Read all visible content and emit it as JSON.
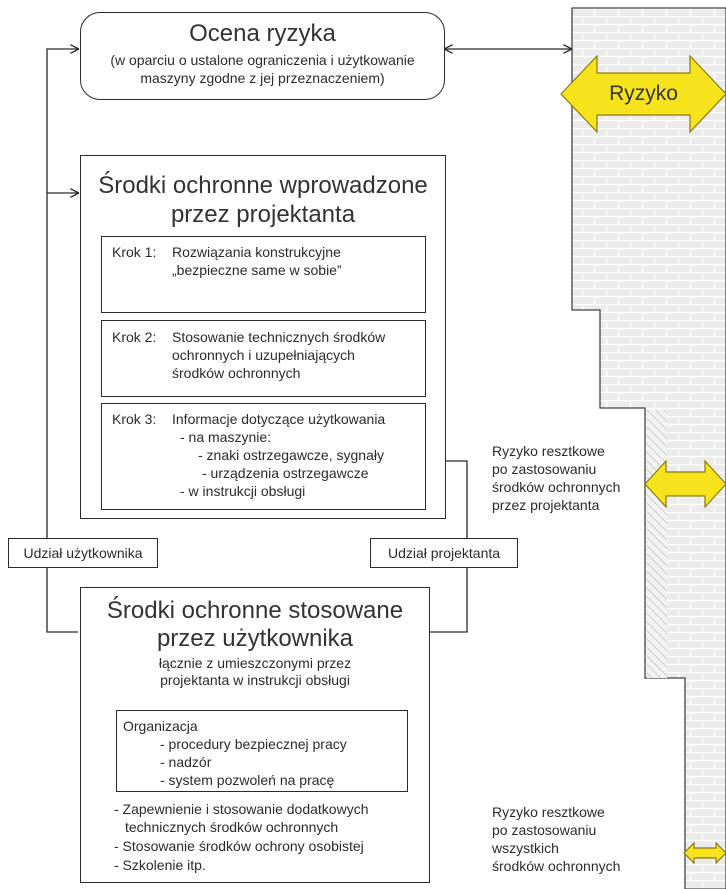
{
  "risk_assessment": {
    "title": "Ocena ryzyka",
    "line1": "(w oparciu o ustalone ograniczenia i użytkowanie",
    "line2": "maszyny zgodne z jej przeznaczeniem)"
  },
  "designer_measures": {
    "title_line1": "Środki ochronne wprowadzone",
    "title_line2": "przez projektanta",
    "steps": [
      {
        "label": "Krok 1:",
        "lines": [
          "Rozwiązania konstrukcyjne",
          "„bezpieczne same w sobie”"
        ]
      },
      {
        "label": "Krok 2:",
        "lines": [
          "Stosowanie technicznych środków",
          "ochronnych i uzupełniających",
          "środków ochronnych"
        ]
      },
      {
        "label": "Krok 3:",
        "lines": [
          "Informacje dotyczące użytkowania",
          "- na maszynie:",
          "- znaki ostrzegawcze, sygnały",
          "- urządzenia ostrzegawcze",
          "- w instrukcji obsługi"
        ]
      }
    ]
  },
  "user_input_label": "Udział użytkownika",
  "designer_input_label": "Udział projektanta",
  "user_measures": {
    "title_line1": "Środki ochronne stosowane",
    "title_line2": "przez użytkownika",
    "subtitle_line1": "łącznie z umieszczonymi przez",
    "subtitle_line2": "projektanta w instrukcji obsługi",
    "organization": {
      "title": "Organizacja",
      "items": [
        "- procedury bezpiecznej pracy",
        "- nadzór",
        "- system pozwoleń na pracę"
      ]
    },
    "other_items": [
      "- Zapewnienie i stosowanie dodatkowych",
      "technicznych środków ochronnych",
      "- Stosowanie środków ochrony osobistej",
      "- Szkolenie itp."
    ]
  },
  "risk_label": "Ryzyko",
  "residual_after_designer": [
    "Ryzyko resztkowe",
    "po zastosowaniu",
    "środków ochronnych",
    "przez projektanta"
  ],
  "residual_after_all": [
    "Ryzyko resztkowe",
    "po zastosowaniu",
    "wszystkich",
    "środków ochronnych"
  ],
  "colors": {
    "line": "#2a2a2a",
    "arrow_fill": "#f7e31c",
    "arrow_stroke": "#8a7a10",
    "wall_fill": "#ececec",
    "brick_line": "#ffffff",
    "wall_edge": "#444444"
  }
}
